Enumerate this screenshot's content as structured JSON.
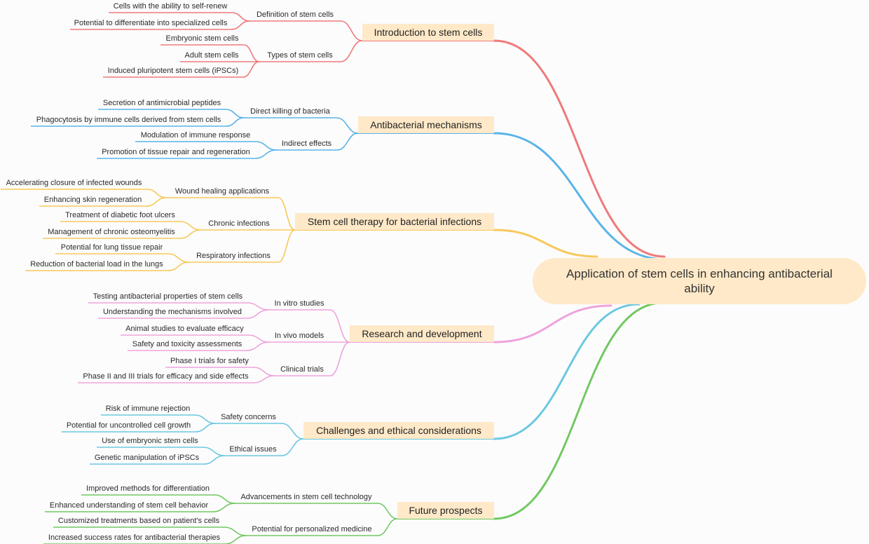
{
  "root": {
    "label": "Application of stem cells in enhancing antibacterial ability"
  },
  "branches": [
    {
      "label": "Introduction to stem cells",
      "color": "#f07a7a",
      "topics": [
        {
          "label": "Definition of stem cells",
          "leaves": [
            "Cells with the ability to self-renew",
            "Potential to differentiate into specialized cells"
          ]
        },
        {
          "label": "Types of stem cells",
          "leaves": [
            "Embryonic stem cells",
            "Adult stem cells",
            "Induced pluripotent stem cells (iPSCs)"
          ]
        }
      ]
    },
    {
      "label": "Antibacterial mechanisms",
      "color": "#5ab4e8",
      "topics": [
        {
          "label": "Direct killing of bacteria",
          "leaves": [
            "Secretion of antimicrobial peptides",
            "Phagocytosis by immune cells derived from stem cells"
          ]
        },
        {
          "label": "Indirect effects",
          "leaves": [
            "Modulation of immune response",
            "Promotion of tissue repair and regeneration"
          ]
        }
      ]
    },
    {
      "label": "Stem cell therapy for bacterial infections",
      "color": "#f8c95a",
      "topics": [
        {
          "label": "Wound healing applications",
          "leaves": [
            "Accelerating closure of infected wounds",
            "Enhancing skin regeneration"
          ]
        },
        {
          "label": "Chronic infections",
          "leaves": [
            "Treatment of diabetic foot ulcers",
            "Management of chronic osteomyelitis"
          ]
        },
        {
          "label": "Respiratory infections",
          "leaves": [
            "Potential for lung tissue repair",
            "Reduction of bacterial load in the lungs"
          ]
        }
      ]
    },
    {
      "label": "Research and development",
      "color": "#eea3dc",
      "topics": [
        {
          "label": "In vitro studies",
          "leaves": [
            "Testing antibacterial properties of stem cells",
            "Understanding the mechanisms involved"
          ]
        },
        {
          "label": "In vivo models",
          "leaves": [
            "Animal studies to evaluate efficacy",
            "Safety and toxicity assessments"
          ]
        },
        {
          "label": "Clinical trials",
          "leaves": [
            "Phase I trials for safety",
            "Phase II and III trials for efficacy and side effects"
          ]
        }
      ]
    },
    {
      "label": "Challenges and ethical considerations",
      "color": "#6cc8e0",
      "topics": [
        {
          "label": "Safety concerns",
          "leaves": [
            "Risk of immune rejection",
            "Potential for uncontrolled cell growth"
          ]
        },
        {
          "label": "Ethical issues",
          "leaves": [
            "Use of embryonic stem cells",
            "Genetic manipulation of iPSCs"
          ]
        }
      ]
    },
    {
      "label": "Future prospects",
      "color": "#72c862",
      "topics": [
        {
          "label": "Advancements in stem cell technology",
          "leaves": [
            "Improved methods for differentiation",
            "Enhanced understanding of stem cell behavior"
          ]
        },
        {
          "label": "Potential for personalized medicine",
          "leaves": [
            "Customized treatments based on patient's cells",
            "Increased success rates for antibacterial therapies"
          ]
        }
      ]
    }
  ]
}
